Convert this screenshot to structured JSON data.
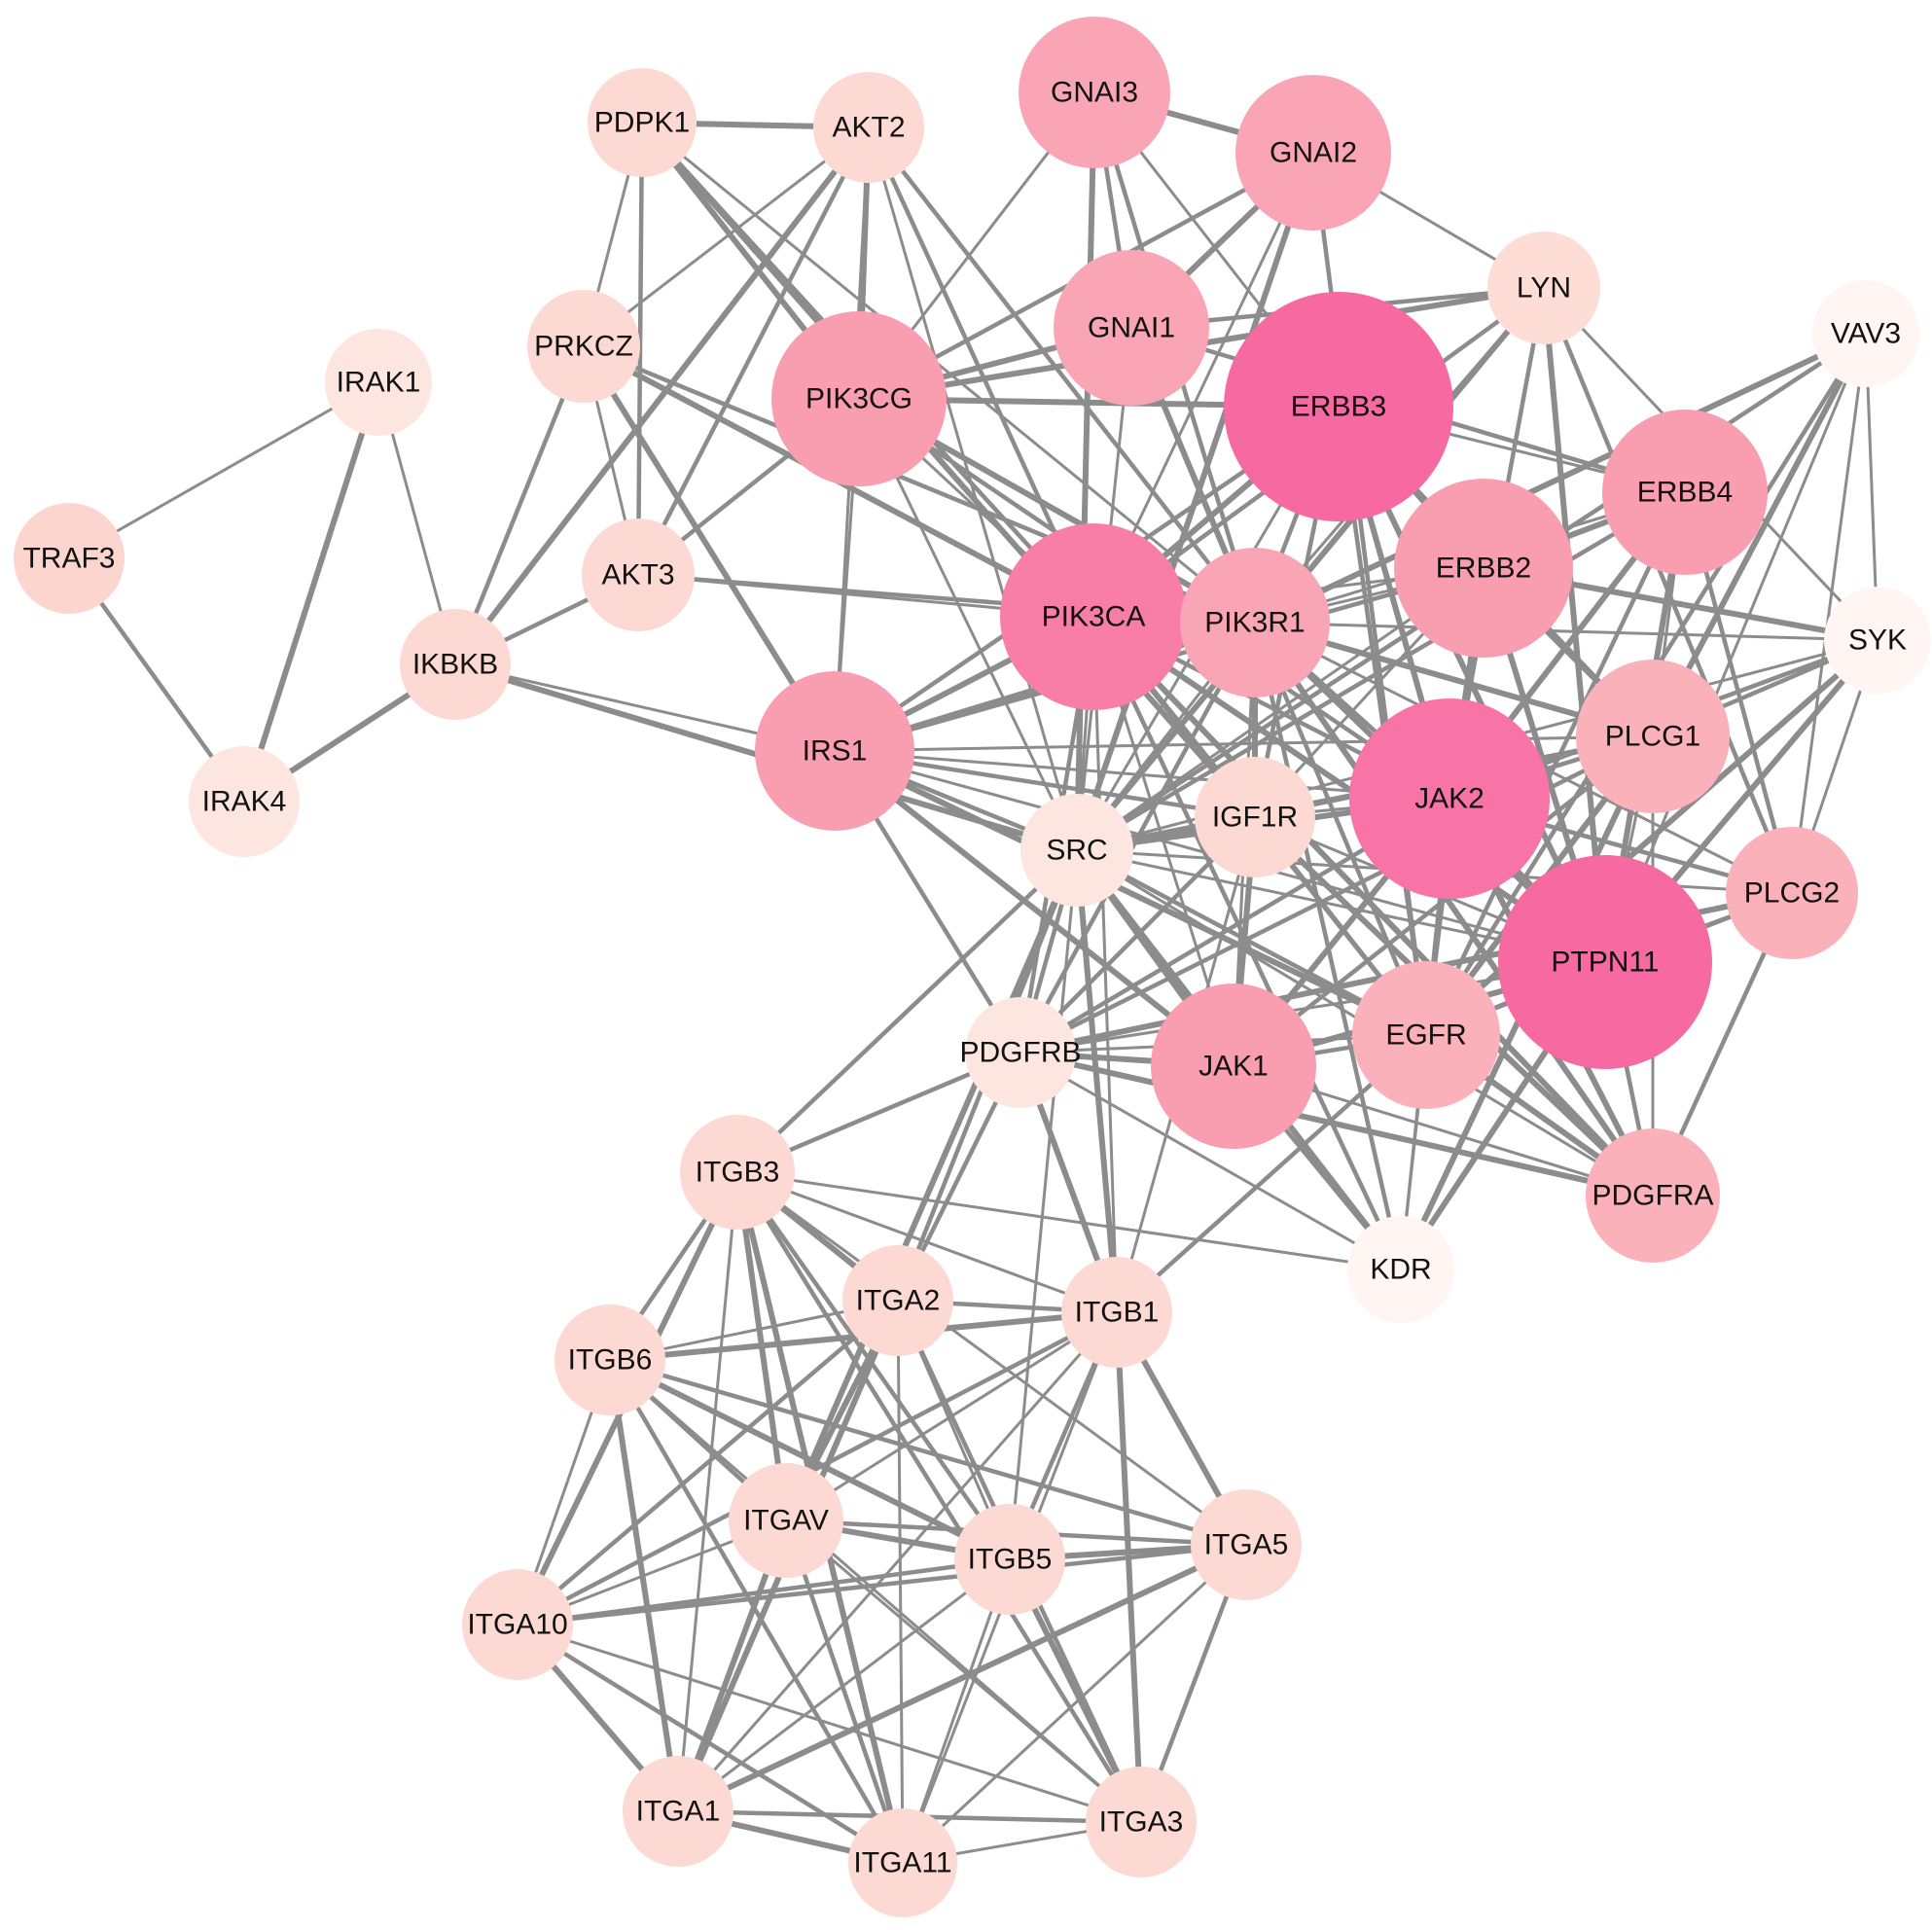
{
  "graph": {
    "nodes": [
      {
        "id": "PDPK1",
        "color": "#fcd9d2"
      },
      {
        "id": "AKT2",
        "color": "#fcd9d2"
      },
      {
        "id": "GNAI3",
        "color": "#faa5b5"
      },
      {
        "id": "GNAI2",
        "color": "#faa5b5"
      },
      {
        "id": "LYN",
        "color": "#fdddd6"
      },
      {
        "id": "VAV3",
        "color": "#fff5f3"
      },
      {
        "id": "PRKCZ",
        "color": "#fcd9d2"
      },
      {
        "id": "PIK3CG",
        "color": "#f99db0"
      },
      {
        "id": "GNAI1",
        "color": "#faa5b5"
      },
      {
        "id": "ERBB3",
        "color": "#f76aa1"
      },
      {
        "id": "IRAK1",
        "color": "#fde5e0"
      },
      {
        "id": "TRAF3",
        "color": "#fcd6ce"
      },
      {
        "id": "AKT3",
        "color": "#fcd9d2"
      },
      {
        "id": "ERBB4",
        "color": "#f99db0"
      },
      {
        "id": "PIK3CA",
        "color": "#f87ea8"
      },
      {
        "id": "PIK3R1",
        "color": "#faa5b5"
      },
      {
        "id": "ERBB2",
        "color": "#f99db0"
      },
      {
        "id": "SYK",
        "color": "#fff5f3"
      },
      {
        "id": "IKBKB",
        "color": "#fcd9d2"
      },
      {
        "id": "IRS1",
        "color": "#f99db0"
      },
      {
        "id": "PLCG1",
        "color": "#fbb1ba"
      },
      {
        "id": "JAK2",
        "color": "#f874a6"
      },
      {
        "id": "IGF1R",
        "color": "#fcd9d2"
      },
      {
        "id": "SRC",
        "color": "#fde5e0"
      },
      {
        "id": "IRAK4",
        "color": "#fde5e0"
      },
      {
        "id": "PLCG2",
        "color": "#fbb1ba"
      },
      {
        "id": "PTPN11",
        "color": "#f76aa1"
      },
      {
        "id": "EGFR",
        "color": "#fbb1ba"
      },
      {
        "id": "JAK1",
        "color": "#f99db0"
      },
      {
        "id": "PDGFRB",
        "color": "#fde5e0"
      },
      {
        "id": "ITGB3",
        "color": "#fcd9d2"
      },
      {
        "id": "PDGFRA",
        "color": "#fbb1ba"
      },
      {
        "id": "KDR",
        "color": "#fff5f3"
      },
      {
        "id": "ITGA2",
        "color": "#fcd9d2"
      },
      {
        "id": "ITGB1",
        "color": "#fcd9d2"
      },
      {
        "id": "ITGB6",
        "color": "#fcd9d2"
      },
      {
        "id": "ITGAV",
        "color": "#fcd9d2"
      },
      {
        "id": "ITGB5",
        "color": "#fcd9d2"
      },
      {
        "id": "ITGA5",
        "color": "#fcd9d2"
      },
      {
        "id": "ITGA10",
        "color": "#fcd9d2"
      },
      {
        "id": "ITGA1",
        "color": "#fcd9d2"
      },
      {
        "id": "ITGA3",
        "color": "#fcd9d2"
      },
      {
        "id": "ITGA11",
        "color": "#fcd9d2"
      }
    ],
    "edges": [
      [
        "PDPK1",
        "AKT2"
      ],
      [
        "PDPK1",
        "PRKCZ"
      ],
      [
        "PDPK1",
        "AKT3"
      ],
      [
        "PDPK1",
        "PIK3CG"
      ],
      [
        "PDPK1",
        "PIK3CA"
      ],
      [
        "PDPK1",
        "PIK3R1"
      ],
      [
        "PDPK1",
        "IGF1R"
      ],
      [
        "AKT2",
        "PRKCZ"
      ],
      [
        "AKT2",
        "AKT3"
      ],
      [
        "AKT2",
        "PIK3CG"
      ],
      [
        "AKT2",
        "PIK3CA"
      ],
      [
        "AKT2",
        "IRS1"
      ],
      [
        "AKT2",
        "IKBKB"
      ],
      [
        "AKT2",
        "SRC"
      ],
      [
        "AKT2",
        "PIK3R1"
      ],
      [
        "GNAI3",
        "GNAI2"
      ],
      [
        "GNAI3",
        "GNAI1"
      ],
      [
        "GNAI3",
        "PIK3CG"
      ],
      [
        "GNAI3",
        "SRC"
      ],
      [
        "GNAI3",
        "ERBB3"
      ],
      [
        "GNAI3",
        "PIK3R1"
      ],
      [
        "GNAI2",
        "GNAI1"
      ],
      [
        "GNAI2",
        "PIK3CG"
      ],
      [
        "GNAI2",
        "LYN"
      ],
      [
        "GNAI2",
        "SRC"
      ],
      [
        "GNAI2",
        "PIK3CA"
      ],
      [
        "GNAI2",
        "EGFR"
      ],
      [
        "GNAI1",
        "PIK3CG"
      ],
      [
        "GNAI1",
        "LYN"
      ],
      [
        "GNAI1",
        "SRC"
      ],
      [
        "GNAI1",
        "PIK3R1"
      ],
      [
        "GNAI1",
        "EGFR"
      ],
      [
        "GNAI1",
        "ERBB4"
      ],
      [
        "LYN",
        "PIK3CG"
      ],
      [
        "LYN",
        "PIK3CA"
      ],
      [
        "LYN",
        "PIK3R1"
      ],
      [
        "LYN",
        "SRC"
      ],
      [
        "LYN",
        "SYK"
      ],
      [
        "LYN",
        "PLCG2"
      ],
      [
        "LYN",
        "PTPN11"
      ],
      [
        "LYN",
        "JAK2"
      ],
      [
        "VAV3",
        "SYK"
      ],
      [
        "VAV3",
        "PLCG1"
      ],
      [
        "VAV3",
        "PLCG2"
      ],
      [
        "VAV3",
        "SRC"
      ],
      [
        "VAV3",
        "PIK3R1"
      ],
      [
        "VAV3",
        "EGFR"
      ],
      [
        "VAV3",
        "PTPN11"
      ],
      [
        "PRKCZ",
        "PIK3CA"
      ],
      [
        "PRKCZ",
        "AKT3"
      ],
      [
        "PRKCZ",
        "IKBKB"
      ],
      [
        "PRKCZ",
        "IRS1"
      ],
      [
        "PRKCZ",
        "PIK3R1"
      ],
      [
        "PIK3CG",
        "PIK3CA"
      ],
      [
        "PIK3CG",
        "PIK3R1"
      ],
      [
        "PIK3CG",
        "IRS1"
      ],
      [
        "PIK3CG",
        "AKT3"
      ],
      [
        "PIK3CG",
        "ERBB3"
      ],
      [
        "PIK3CG",
        "JAK2"
      ],
      [
        "PIK3CG",
        "SRC"
      ],
      [
        "ERBB3",
        "ERBB2"
      ],
      [
        "ERBB3",
        "ERBB4"
      ],
      [
        "ERBB3",
        "EGFR"
      ],
      [
        "ERBB3",
        "PIK3CA"
      ],
      [
        "ERBB3",
        "PIK3R1"
      ],
      [
        "ERBB3",
        "SRC"
      ],
      [
        "ERBB3",
        "PTPN11"
      ],
      [
        "ERBB3",
        "PLCG1"
      ],
      [
        "ERBB3",
        "IRS1"
      ],
      [
        "ERBB3",
        "JAK2"
      ],
      [
        "ERBB3",
        "IGF1R"
      ],
      [
        "IRAK1",
        "TRAF3"
      ],
      [
        "IRAK1",
        "IRAK4"
      ],
      [
        "IRAK1",
        "IKBKB"
      ],
      [
        "TRAF3",
        "IRAK4"
      ],
      [
        "IRAK4",
        "IKBKB"
      ],
      [
        "IKBKB",
        "AKT3"
      ],
      [
        "IKBKB",
        "IRS1"
      ],
      [
        "IKBKB",
        "SRC"
      ],
      [
        "AKT3",
        "PIK3CA"
      ],
      [
        "AKT3",
        "PIK3R1"
      ],
      [
        "ERBB4",
        "ERBB2"
      ],
      [
        "ERBB4",
        "EGFR"
      ],
      [
        "ERBB4",
        "PIK3R1"
      ],
      [
        "ERBB4",
        "PTPN11"
      ],
      [
        "ERBB4",
        "PLCG1"
      ],
      [
        "ERBB4",
        "SRC"
      ],
      [
        "ERBB4",
        "JAK2"
      ],
      [
        "ERBB4",
        "PLCG2"
      ],
      [
        "PIK3CA",
        "PIK3R1"
      ],
      [
        "PIK3CA",
        "IRS1"
      ],
      [
        "PIK3CA",
        "ERBB2"
      ],
      [
        "PIK3CA",
        "EGFR"
      ],
      [
        "PIK3CA",
        "PTPN11"
      ],
      [
        "PIK3CA",
        "JAK2"
      ],
      [
        "PIK3CA",
        "JAK1"
      ],
      [
        "PIK3CA",
        "IGF1R"
      ],
      [
        "PIK3CA",
        "SRC"
      ],
      [
        "PIK3CA",
        "PDGFRB"
      ],
      [
        "PIK3CA",
        "PDGFRA"
      ],
      [
        "PIK3CA",
        "KDR"
      ],
      [
        "PIK3CA",
        "ITGB1"
      ],
      [
        "PIK3R1",
        "IRS1"
      ],
      [
        "PIK3R1",
        "ERBB2"
      ],
      [
        "PIK3R1",
        "EGFR"
      ],
      [
        "PIK3R1",
        "PTPN11"
      ],
      [
        "PIK3R1",
        "JAK2"
      ],
      [
        "PIK3R1",
        "JAK1"
      ],
      [
        "PIK3R1",
        "IGF1R"
      ],
      [
        "PIK3R1",
        "SRC"
      ],
      [
        "PIK3R1",
        "PDGFRB"
      ],
      [
        "PIK3R1",
        "PDGFRA"
      ],
      [
        "PIK3R1",
        "KDR"
      ],
      [
        "PIK3R1",
        "SYK"
      ],
      [
        "PIK3R1",
        "PLCG1"
      ],
      [
        "PIK3R1",
        "PLCG2"
      ],
      [
        "ERBB2",
        "EGFR"
      ],
      [
        "ERBB2",
        "PTPN11"
      ],
      [
        "ERBB2",
        "JAK2"
      ],
      [
        "ERBB2",
        "SRC"
      ],
      [
        "ERBB2",
        "PLCG1"
      ],
      [
        "ERBB2",
        "IGF1R"
      ],
      [
        "ERBB2",
        "IRS1"
      ],
      [
        "ERBB2",
        "SYK"
      ],
      [
        "SYK",
        "PLCG1"
      ],
      [
        "SYK",
        "PLCG2"
      ],
      [
        "SYK",
        "PTPN11"
      ],
      [
        "SYK",
        "SRC"
      ],
      [
        "SYK",
        "JAK2"
      ],
      [
        "SYK",
        "EGFR"
      ],
      [
        "IRS1",
        "IGF1R"
      ],
      [
        "IRS1",
        "JAK2"
      ],
      [
        "IRS1",
        "JAK1"
      ],
      [
        "IRS1",
        "PTPN11"
      ],
      [
        "IRS1",
        "SRC"
      ],
      [
        "IRS1",
        "EGFR"
      ],
      [
        "IRS1",
        "PDGFRB"
      ],
      [
        "IRS1",
        "PLCG1"
      ],
      [
        "PLCG1",
        "EGFR"
      ],
      [
        "PLCG1",
        "PTPN11"
      ],
      [
        "PLCG1",
        "JAK2"
      ],
      [
        "PLCG1",
        "SRC"
      ],
      [
        "PLCG1",
        "PDGFRB"
      ],
      [
        "PLCG1",
        "PDGFRA"
      ],
      [
        "PLCG1",
        "KDR"
      ],
      [
        "PLCG1",
        "IGF1R"
      ],
      [
        "PLCG1",
        "JAK1"
      ],
      [
        "JAK2",
        "JAK1"
      ],
      [
        "JAK2",
        "PTPN11"
      ],
      [
        "JAK2",
        "EGFR"
      ],
      [
        "JAK2",
        "SRC"
      ],
      [
        "JAK2",
        "IGF1R"
      ],
      [
        "JAK2",
        "PDGFRB"
      ],
      [
        "JAK2",
        "PDGFRA"
      ],
      [
        "JAK2",
        "PLCG2"
      ],
      [
        "JAK2",
        "KDR"
      ],
      [
        "IGF1R",
        "SRC"
      ],
      [
        "IGF1R",
        "PTPN11"
      ],
      [
        "IGF1R",
        "EGFR"
      ],
      [
        "IGF1R",
        "JAK1"
      ],
      [
        "IGF1R",
        "PDGFRB"
      ],
      [
        "IGF1R",
        "ITGB1"
      ],
      [
        "IGF1R",
        "PDGFRA"
      ],
      [
        "SRC",
        "PTPN11"
      ],
      [
        "SRC",
        "EGFR"
      ],
      [
        "SRC",
        "JAK1"
      ],
      [
        "SRC",
        "PDGFRB"
      ],
      [
        "SRC",
        "PDGFRA"
      ],
      [
        "SRC",
        "KDR"
      ],
      [
        "SRC",
        "PLCG2"
      ],
      [
        "SRC",
        "ITGB3"
      ],
      [
        "SRC",
        "ITGB1"
      ],
      [
        "SRC",
        "ITGA2"
      ],
      [
        "SRC",
        "ITGB5"
      ],
      [
        "SRC",
        "ITGAV"
      ],
      [
        "PLCG2",
        "PTPN11"
      ],
      [
        "PLCG2",
        "EGFR"
      ],
      [
        "PLCG2",
        "PDGFRB"
      ],
      [
        "PLCG2",
        "PDGFRA"
      ],
      [
        "PTPN11",
        "EGFR"
      ],
      [
        "PTPN11",
        "JAK1"
      ],
      [
        "PTPN11",
        "PDGFRB"
      ],
      [
        "PTPN11",
        "PDGFRA"
      ],
      [
        "PTPN11",
        "KDR"
      ],
      [
        "EGFR",
        "JAK1"
      ],
      [
        "EGFR",
        "PDGFRB"
      ],
      [
        "EGFR",
        "PDGFRA"
      ],
      [
        "EGFR",
        "KDR"
      ],
      [
        "EGFR",
        "ITGB1"
      ],
      [
        "JAK1",
        "PDGFRB"
      ],
      [
        "JAK1",
        "KDR"
      ],
      [
        "JAK1",
        "PDGFRA"
      ],
      [
        "PDGFRB",
        "PDGFRA"
      ],
      [
        "PDGFRB",
        "KDR"
      ],
      [
        "PDGFRB",
        "ITGB3"
      ],
      [
        "PDGFRB",
        "ITGB1"
      ],
      [
        "PDGFRB",
        "ITGA2"
      ],
      [
        "ITGB3",
        "KDR"
      ],
      [
        "ITGB3",
        "ITGA2"
      ],
      [
        "ITGB3",
        "ITGB1"
      ],
      [
        "ITGB3",
        "ITGB6"
      ],
      [
        "ITGB3",
        "ITGAV"
      ],
      [
        "ITGB3",
        "ITGB5"
      ],
      [
        "ITGB3",
        "ITGA5"
      ],
      [
        "ITGB3",
        "ITGA10"
      ],
      [
        "ITGB3",
        "ITGA1"
      ],
      [
        "ITGB3",
        "ITGA3"
      ],
      [
        "ITGB3",
        "ITGA11"
      ],
      [
        "ITGA2",
        "ITGB1"
      ],
      [
        "ITGA2",
        "ITGB6"
      ],
      [
        "ITGA2",
        "ITGAV"
      ],
      [
        "ITGA2",
        "ITGB5"
      ],
      [
        "ITGA2",
        "ITGA10"
      ],
      [
        "ITGA2",
        "ITGA1"
      ],
      [
        "ITGA2",
        "ITGA3"
      ],
      [
        "ITGA2",
        "ITGA11"
      ],
      [
        "ITGB1",
        "ITGB6"
      ],
      [
        "ITGB1",
        "ITGAV"
      ],
      [
        "ITGB1",
        "ITGB5"
      ],
      [
        "ITGB1",
        "ITGA5"
      ],
      [
        "ITGB1",
        "ITGA10"
      ],
      [
        "ITGB1",
        "ITGA1"
      ],
      [
        "ITGB1",
        "ITGA3"
      ],
      [
        "ITGB1",
        "ITGA11"
      ],
      [
        "ITGB6",
        "ITGAV"
      ],
      [
        "ITGB6",
        "ITGB5"
      ],
      [
        "ITGB6",
        "ITGA5"
      ],
      [
        "ITGB6",
        "ITGA10"
      ],
      [
        "ITGB6",
        "ITGA1"
      ],
      [
        "ITGB6",
        "ITGA3"
      ],
      [
        "ITGB6",
        "ITGA11"
      ],
      [
        "ITGAV",
        "ITGB5"
      ],
      [
        "ITGAV",
        "ITGA5"
      ],
      [
        "ITGAV",
        "ITGA10"
      ],
      [
        "ITGAV",
        "ITGA1"
      ],
      [
        "ITGAV",
        "ITGA3"
      ],
      [
        "ITGAV",
        "ITGA11"
      ],
      [
        "ITGB5",
        "ITGA5"
      ],
      [
        "ITGB5",
        "ITGA10"
      ],
      [
        "ITGB5",
        "ITGA1"
      ],
      [
        "ITGB5",
        "ITGA3"
      ],
      [
        "ITGB5",
        "ITGA11"
      ],
      [
        "ITGA5",
        "ITGA10"
      ],
      [
        "ITGA5",
        "ITGA1"
      ],
      [
        "ITGA5",
        "ITGA3"
      ],
      [
        "ITGA5",
        "ITGA11"
      ],
      [
        "ITGA10",
        "ITGA1"
      ],
      [
        "ITGA10",
        "ITGA3"
      ],
      [
        "ITGA10",
        "ITGA11"
      ],
      [
        "ITGA1",
        "ITGA11"
      ],
      [
        "ITGA1",
        "ITGA3"
      ],
      [
        "ITGA11",
        "ITGA3"
      ]
    ]
  }
}
